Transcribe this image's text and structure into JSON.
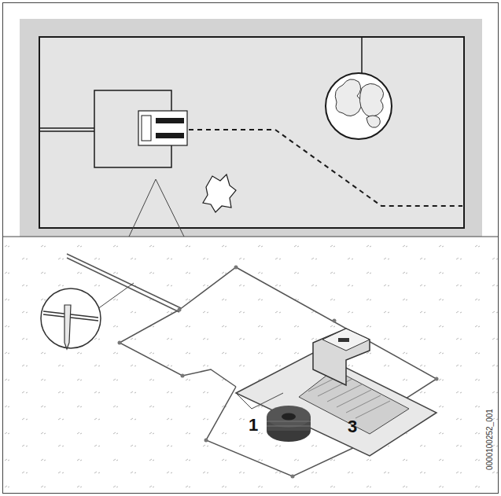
{
  "diagram": {
    "labels": [
      "1",
      "3",
      "0000100252_001"
    ]
  }
}
